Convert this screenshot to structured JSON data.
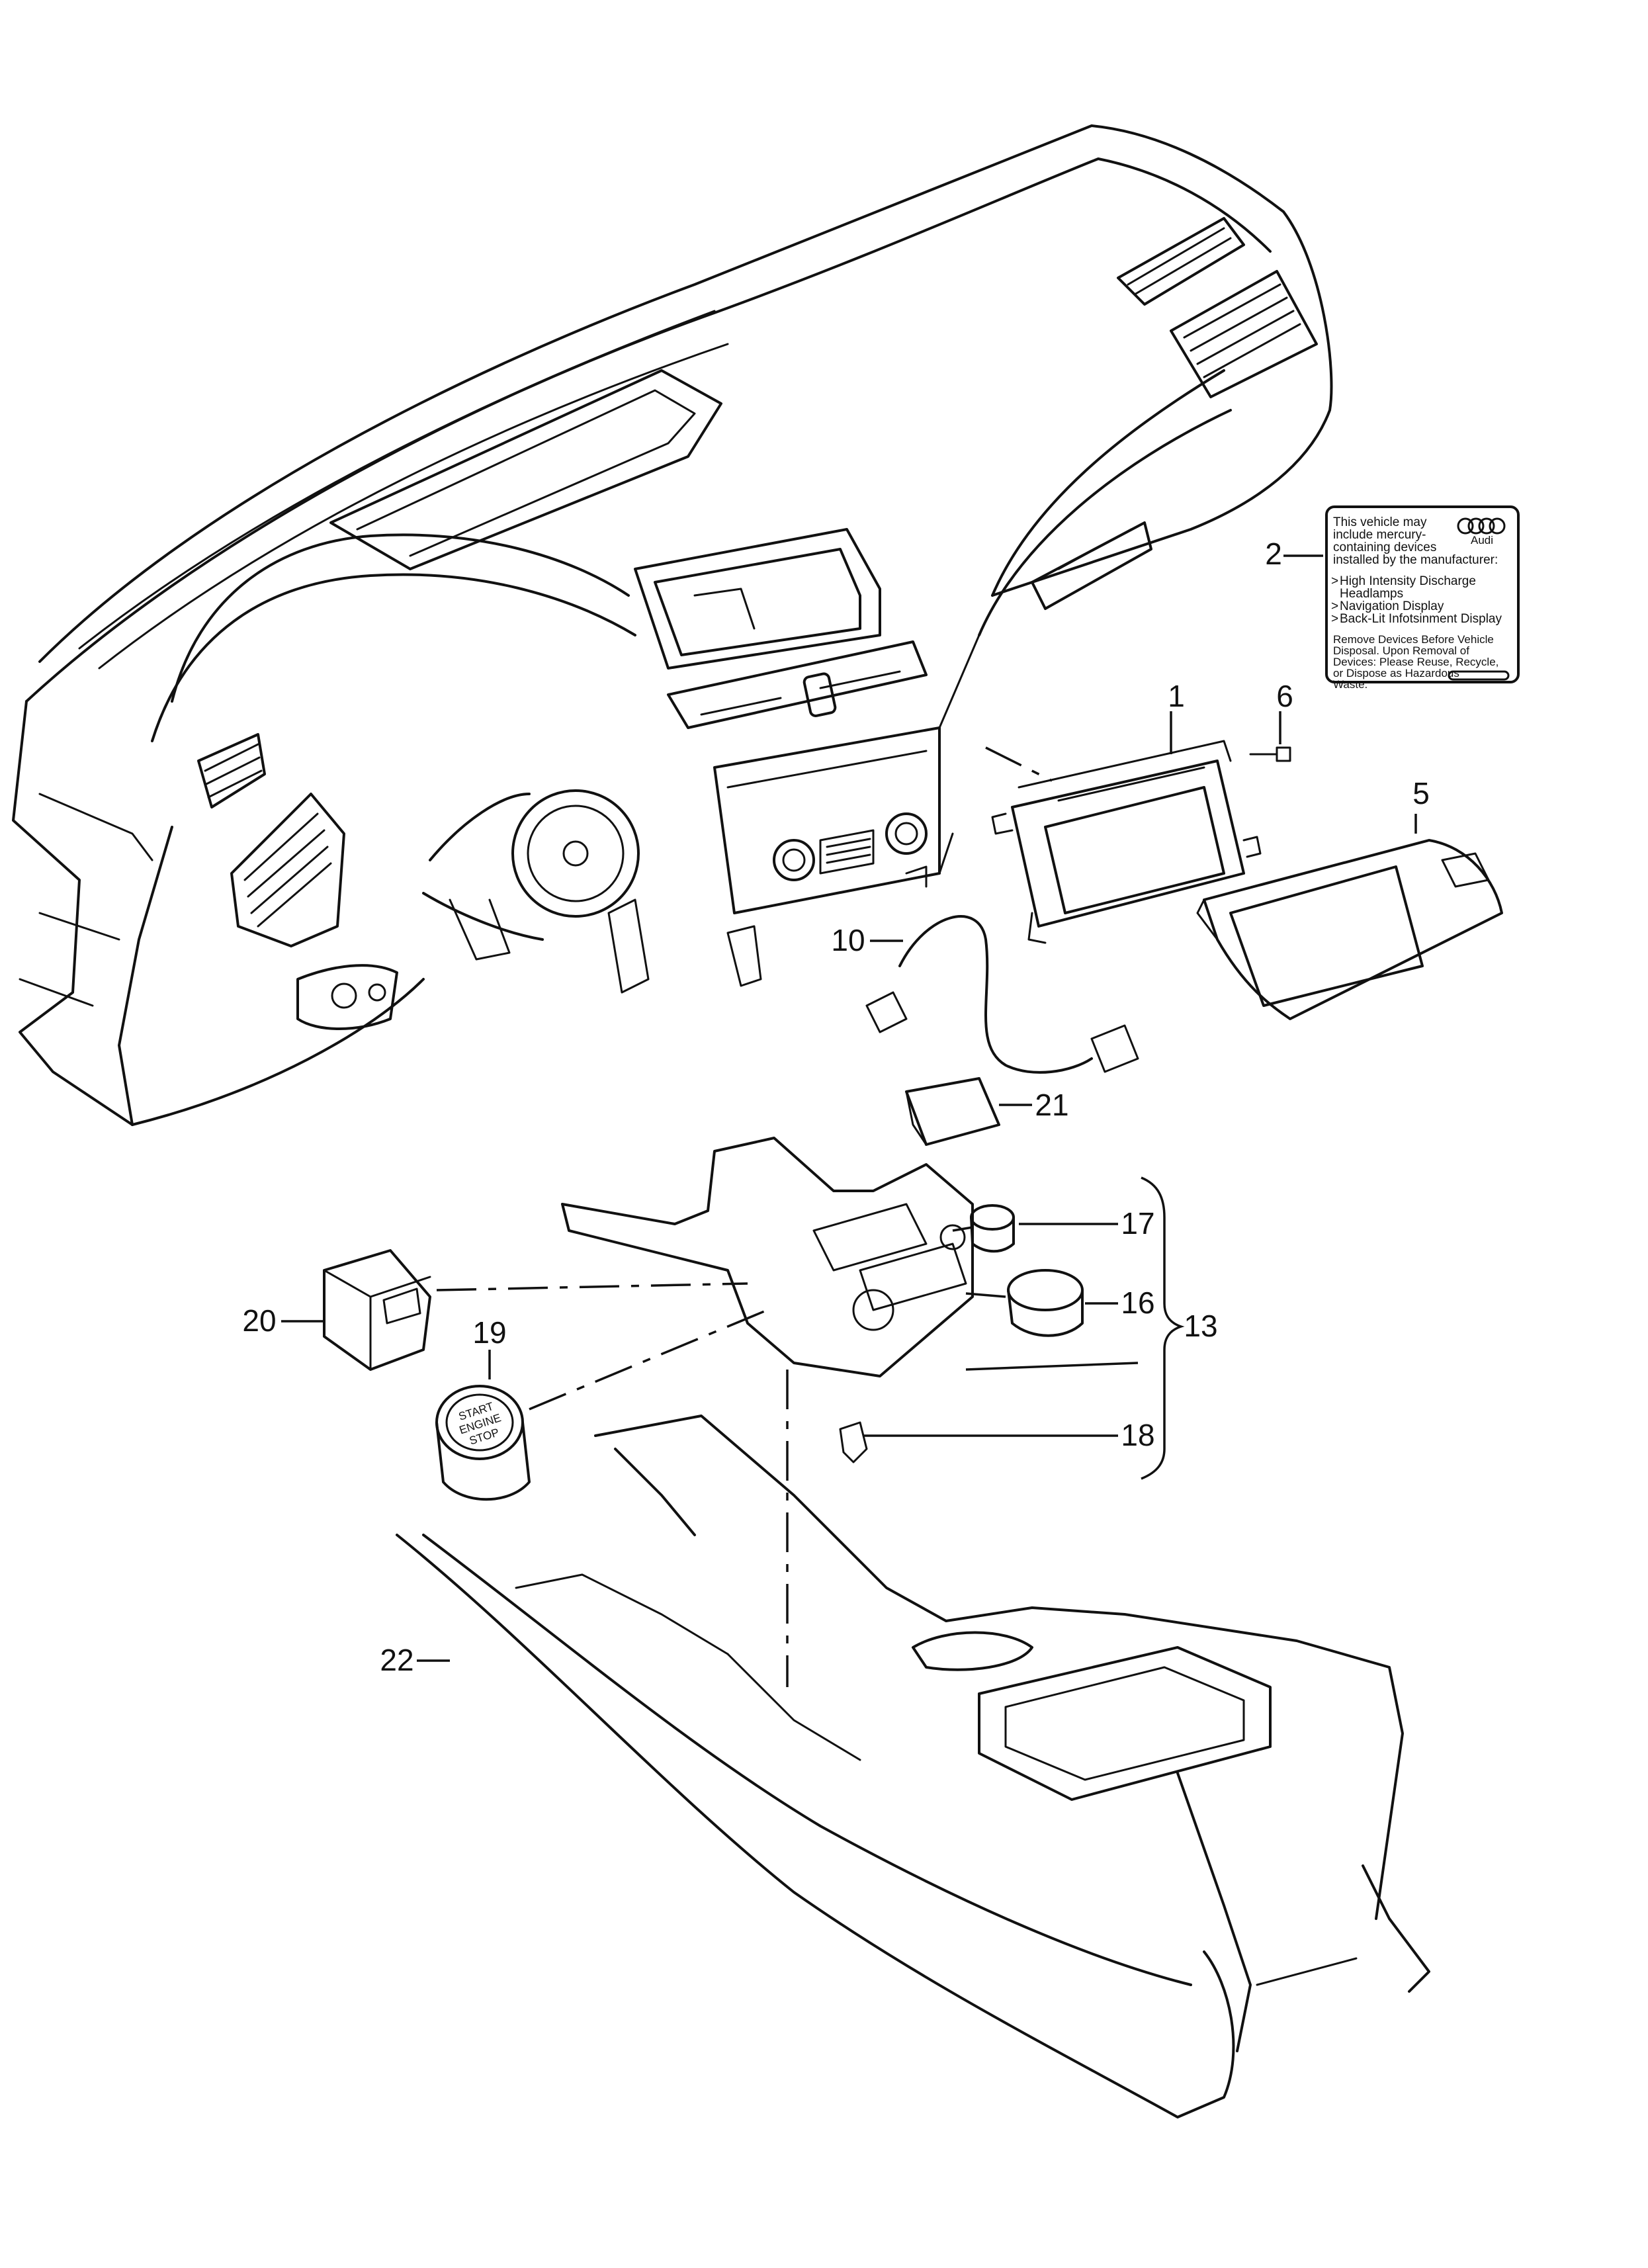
{
  "callouts": {
    "c1": "1",
    "c2": "2",
    "c5": "5",
    "c6": "6",
    "c10": "10",
    "c13": "13",
    "c16": "16",
    "c17": "17",
    "c18": "18",
    "c19": "19",
    "c20": "20",
    "c21": "21",
    "c22": "22"
  },
  "label": {
    "intro": [
      "This vehicle may",
      "include mercury-",
      "containing devices",
      "installed by the manufacturer:"
    ],
    "bullets": [
      "High Intensity Discharge",
      "Headlamps",
      "Navigation Display",
      "Back-Lit Infotsinment Display"
    ],
    "disposal": [
      "Remove Devices Before Vehicle",
      "Disposal. Upon Removal of",
      "Devices: Please Reuse, Recycle,",
      "or Dispose as Hazardous",
      "Waste."
    ],
    "brand": "Audi"
  },
  "start_button": {
    "line1": "START",
    "line2": "ENGINE",
    "line3": "STOP"
  }
}
